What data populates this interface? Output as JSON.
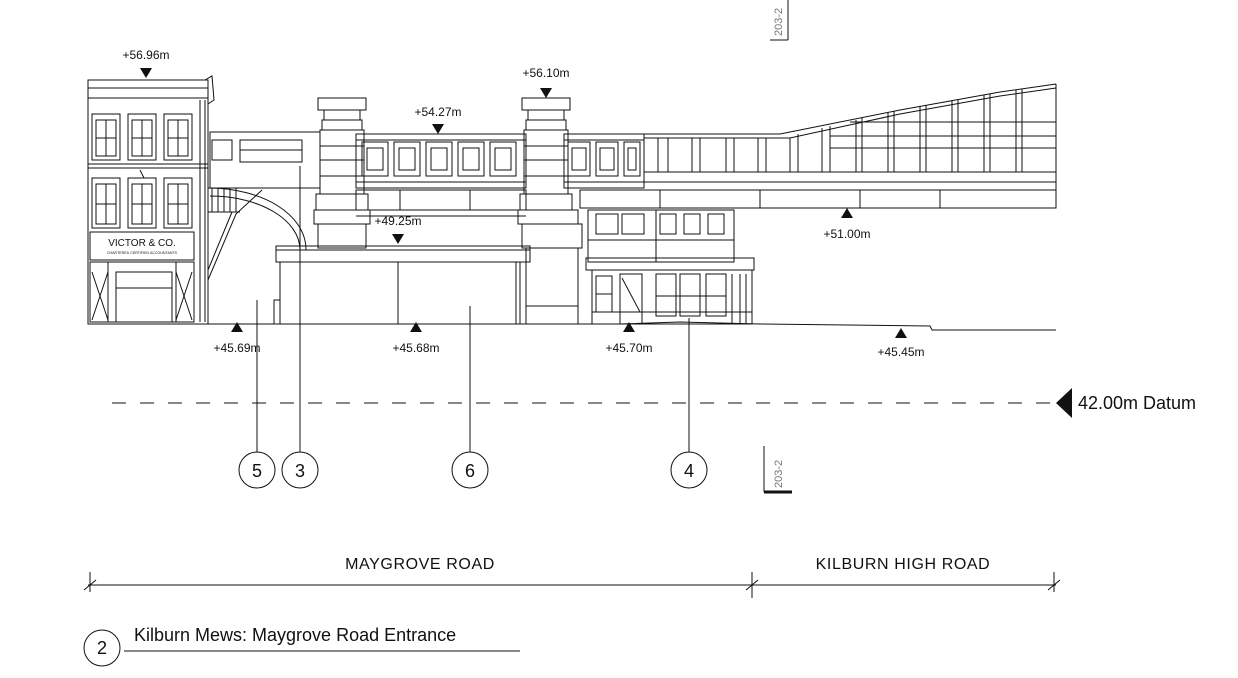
{
  "drawing": {
    "title": "Kilburn Mews: Maygrove Road Entrance",
    "view_number": "2",
    "section_marker": "203-2",
    "datum": {
      "label": "42.00m Datum"
    },
    "levels": [
      {
        "id": "lvl-5696",
        "label": "+56.96m",
        "dir": "down"
      },
      {
        "id": "lvl-5610",
        "label": "+56.10m",
        "dir": "down"
      },
      {
        "id": "lvl-5427",
        "label": "+54.27m",
        "dir": "down"
      },
      {
        "id": "lvl-4925",
        "label": "+49.25m",
        "dir": "down"
      },
      {
        "id": "lvl-5100",
        "label": "+51.00m",
        "dir": "up"
      },
      {
        "id": "lvl-4569",
        "label": "+45.69m",
        "dir": "up"
      },
      {
        "id": "lvl-4568",
        "label": "+45.68m",
        "dir": "up"
      },
      {
        "id": "lvl-4570",
        "label": "+45.70m",
        "dir": "up"
      },
      {
        "id": "lvl-4545",
        "label": "+45.45m",
        "dir": "up"
      }
    ],
    "tags": [
      {
        "id": "tag-5",
        "label": "5"
      },
      {
        "id": "tag-3",
        "label": "3"
      },
      {
        "id": "tag-6",
        "label": "6"
      },
      {
        "id": "tag-4",
        "label": "4"
      }
    ],
    "roads": [
      {
        "id": "road-maygrove",
        "label": "MAYGROVE ROAD"
      },
      {
        "id": "road-kilburn",
        "label": "KILBURN HIGH ROAD"
      }
    ],
    "sign": {
      "name": "VICTOR & CO.",
      "subtitle": "CHARTERED CERTIFIED ACCOUNTANTS"
    }
  }
}
